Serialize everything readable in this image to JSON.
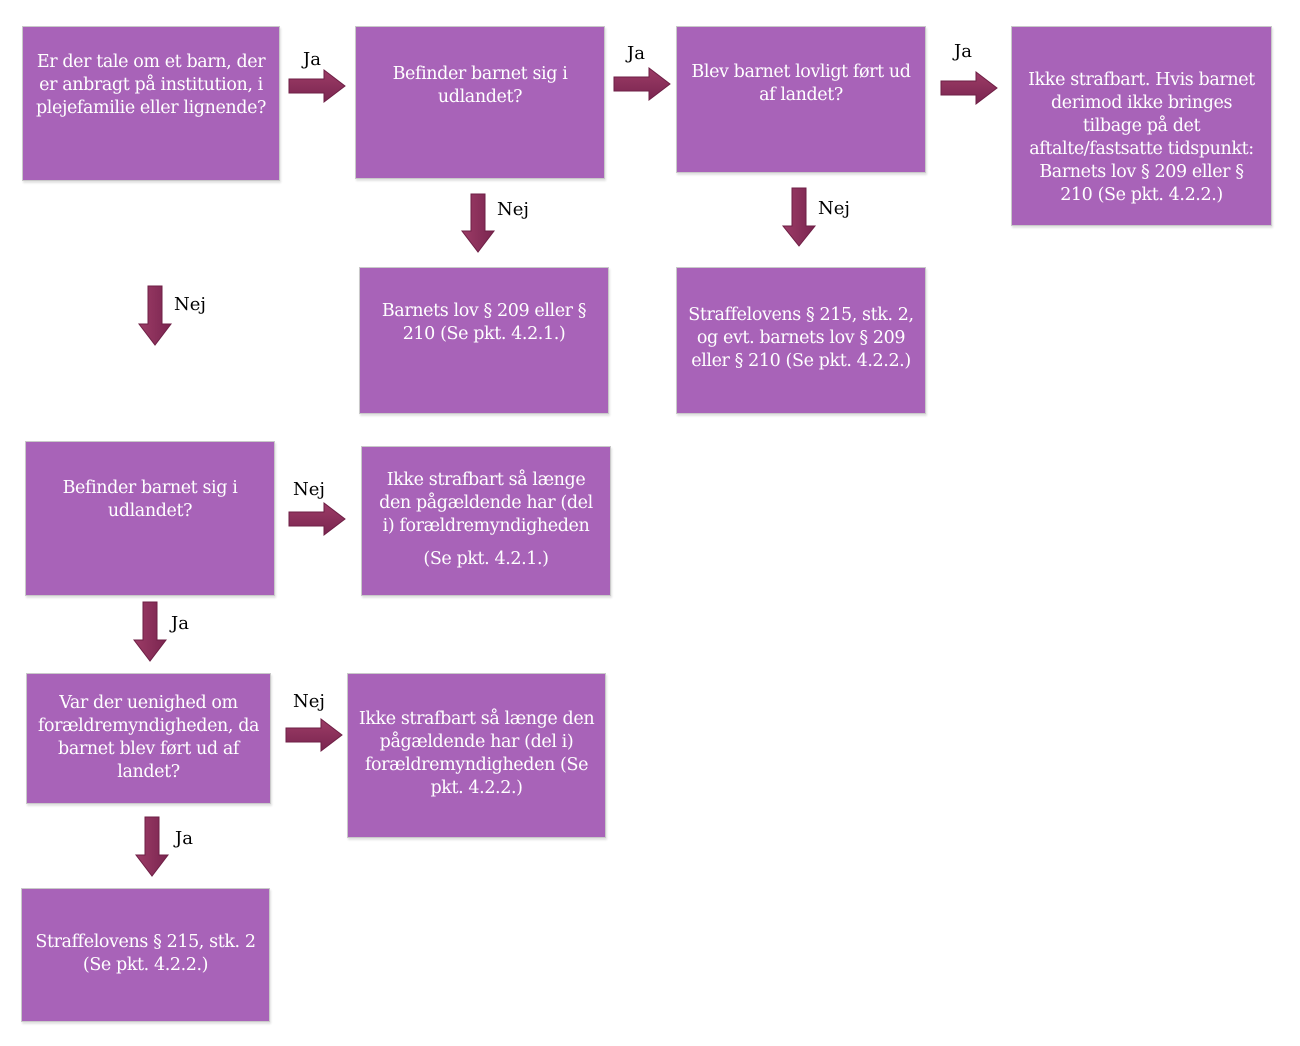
{
  "boxes": {
    "q1": "Er der tale om et barn, der er anbragt på institution, i plejefamilie eller lignende?",
    "q2": "Befinder barnet sig i udlandet?",
    "q3": "Blev barnet lovligt ført ud af landet?",
    "r1": "Ikke strafbart. Hvis barnet derimod ikke bringes tilbage på det aftalte/fastsatte tidspunkt: Barnets lov § 209 eller § 210 (Se pkt. 4.2.2.)",
    "r2": "Barnets lov § 209 eller § 210 (Se pkt. 4.2.1.)",
    "r3": "Straffelovens § 215, stk. 2, og evt. barnets lov § 209 eller § 210 (Se pkt. 4.2.2.)",
    "q4": "Befinder barnet sig i udlandet?",
    "r4_line1": "Ikke strafbart så længe den pågældende har (del i) forældremyndigheden",
    "r4_line2": "(Se pkt. 4.2.1.)",
    "q5": "Var der uenighed om forældremyndigheden, da barnet blev ført ud af landet?",
    "r5": "Ikke strafbart så længe den pågældende har (del i) forældremyndigheden (Se pkt. 4.2.2.)",
    "r6": "Straffelovens § 215, stk. 2 (Se pkt. 4.2.2.)"
  },
  "labels": {
    "ja": "Ja",
    "nej": "Nej"
  },
  "colors": {
    "box_fill": "#a863b8",
    "arrow_fill": "#8b2f58",
    "text": "#ffffff"
  }
}
